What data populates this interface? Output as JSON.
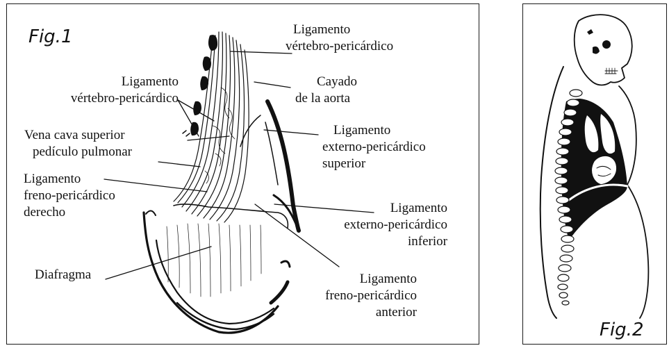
{
  "figure1": {
    "title": "Fig.1",
    "labels": {
      "lig_vp_top": [
        "Ligamento",
        "vértebro-pericárdico"
      ],
      "cayado": [
        "Cayado",
        "de la aorta"
      ],
      "lig_vp_left": [
        "Ligamento",
        "vértebro-pericárdico"
      ],
      "vena_cava": [
        "Vena cava superior",
        "pedículo pulmonar"
      ],
      "lig_ext_sup": [
        "Ligamento",
        "externo-pericárdico",
        "superior"
      ],
      "lig_freno_der": [
        "Ligamento",
        "freno-pericárdico",
        "derecho"
      ],
      "lig_ext_inf": [
        "Ligamento",
        "externo-pericárdico",
        "inferior"
      ],
      "diafragma": "Diafragma",
      "lig_freno_ant": [
        "Ligamento",
        "freno-pericárdico",
        "anterior"
      ]
    }
  },
  "figure2": {
    "title": "Fig.2"
  },
  "colors": {
    "ink": "#111111",
    "border": "#1a1a1a",
    "background": "#ffffff"
  },
  "icons": [
    "heart-ligaments-drawing",
    "skeleton-torso-drawing"
  ]
}
